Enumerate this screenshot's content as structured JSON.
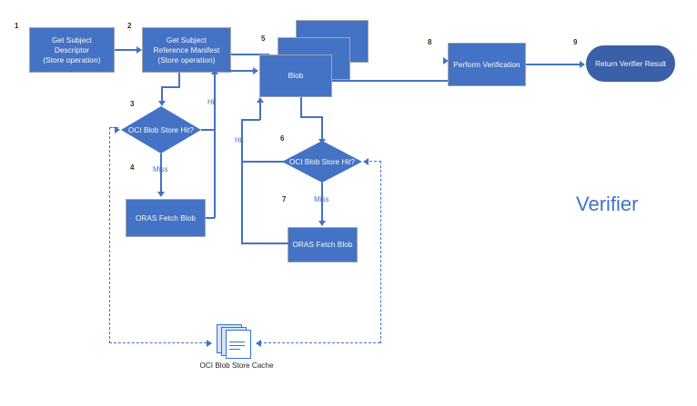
{
  "diagram": {
    "title": "Verifier",
    "nodes": {
      "n1": {
        "number": "1",
        "label": "Get Subject Descriptor (Store operation)",
        "line1": "Get Subject",
        "line2": "Descriptor",
        "line3": "(Store operation)"
      },
      "n2": {
        "number": "2",
        "label": "Get Subject Reference Manifest (Store operation)",
        "line1": "Get Subject",
        "line2": "Reference Manifest",
        "line3": "(Store operation)"
      },
      "n3": {
        "number": "3",
        "label": "OCI Blob Store Hit?",
        "line1": "OCI Blob Store",
        "line2": "Hit?"
      },
      "n4": {
        "number": "4",
        "label": "ORAS Fetch Blob"
      },
      "n5": {
        "number": "5",
        "label": "Blob"
      },
      "n6": {
        "number": "6",
        "label": "OCI Blob Store Hit?",
        "line1": "OCI Blob Store",
        "line2": "Hit?"
      },
      "n7": {
        "number": "7",
        "label": "ORAS Fetch Blob"
      },
      "n8": {
        "number": "8",
        "label": "Perform Verification"
      },
      "n9": {
        "number": "9",
        "label": "Return Verifier Result",
        "line1": "Return Verifier",
        "line2": "Result"
      },
      "cache": {
        "line1": "OCI Blob Store",
        "line2": "Cache"
      }
    },
    "edge_labels": {
      "hit_top": "Hit",
      "miss_left": "Miss",
      "hit_mid": "Hit",
      "miss_right": "Miss"
    },
    "colors": {
      "node_fill": "#4472C4",
      "node_border": "#A6A6A6",
      "pill_fill": "#3B5FA8",
      "connector": "#4472C4",
      "title": "#4472C4",
      "number": "#3A2E17",
      "cache_icon": "#2E75D4",
      "background": "#FFFFFF"
    }
  }
}
